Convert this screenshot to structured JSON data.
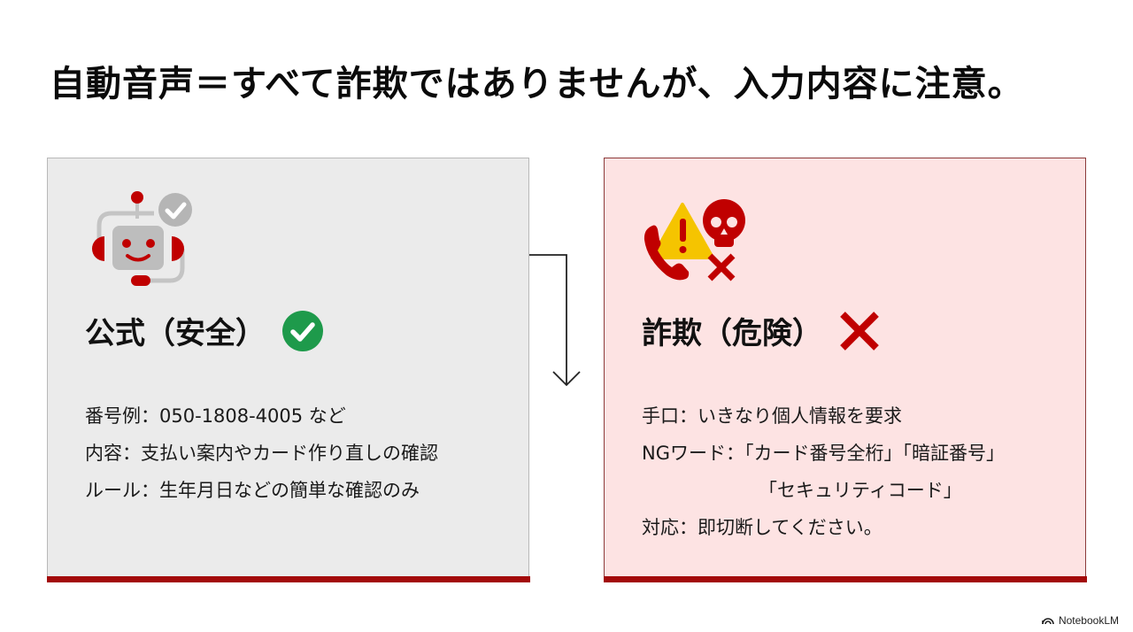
{
  "title": "自動音声＝すべて詐欺ではありませんが、入力内容に注意。",
  "colors": {
    "accent_red": "#a30a0a",
    "icon_red": "#c00000",
    "safe_green": "#1e9a4b",
    "safe_bg": "#ebebeb",
    "danger_bg": "#fde3e3",
    "warning_yellow": "#f5c400",
    "robot_gray": "#bdbdbd"
  },
  "safe_card": {
    "icon": "robot-headset-check-icon",
    "heading": "公式（安全）",
    "status_icon": "green-check-circle-icon",
    "rows": [
      {
        "label": "番号例",
        "sep": "：",
        "value": "050-1808-4005 など"
      },
      {
        "label": "内容",
        "sep": "：",
        "value": "支払い案内やカード作り直しの確認"
      },
      {
        "label": "ルール",
        "sep": "：",
        "value": "生年月日などの簡単な確認のみ"
      }
    ]
  },
  "danger_card": {
    "icon": "phone-warning-skull-cross-icon",
    "heading": "詐欺（危険）",
    "status_icon": "red-cross-icon",
    "rows": [
      {
        "label": "手口",
        "sep": "：",
        "value": "いきなり個人情報を要求"
      },
      {
        "label": "NGワード",
        "sep": "：",
        "value": "「カード番号全桁」「暗証番号」",
        "continuation": "「セキュリティコード」"
      },
      {
        "label": "対応",
        "sep": "：",
        "value": "即切断してください。"
      }
    ]
  },
  "connector": {
    "icon": "elbow-arrow-down-icon"
  },
  "footer": {
    "brand": "NotebookLM",
    "icon": "notebooklm-logo-icon"
  }
}
